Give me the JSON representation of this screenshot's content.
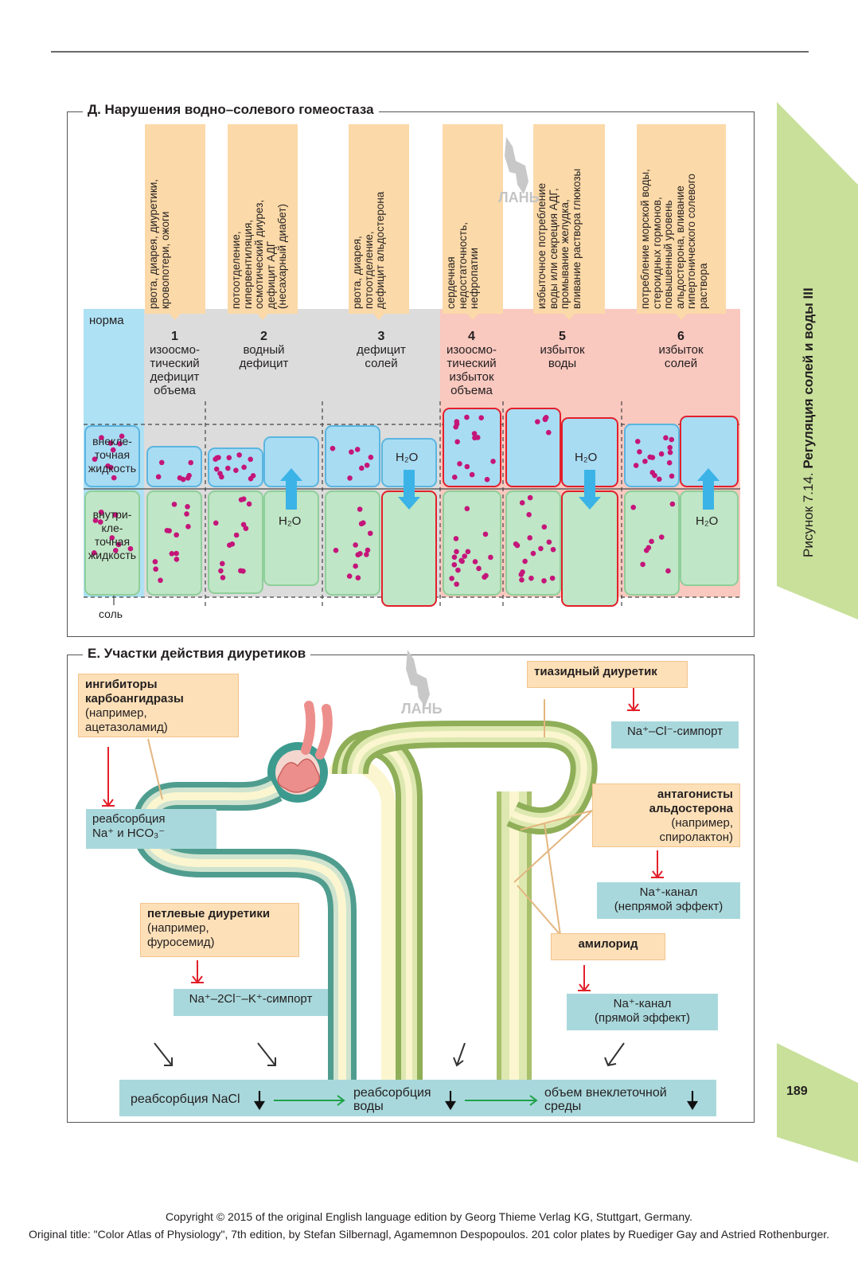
{
  "section_d": {
    "title": "Д. Нарушения водно–солевого гомеостаза",
    "normal_label": "норма",
    "ecf_label": "внекле-\nточная\nжидкость",
    "icf_label": "внутри-\nкле-\nточная\nжидкость",
    "salt_label": "соль",
    "h2o": "H₂O",
    "panels": [
      {
        "num": "1",
        "label": "изоосмо-\nтический\nдефицит\nобъема",
        "cause": "рвота, диарея, диуретики,\nкровопотери, ожоги"
      },
      {
        "num": "2",
        "label": "водный\nдефицит",
        "cause": "потоотделение,\nгипервентиляция,\nосмотический диурез,\nдефицит АДГ\n(несахарный диабет)"
      },
      {
        "num": "3",
        "label": "дефицит\nсолей",
        "cause": "рвота, диарея,\nпотоотделение,\nдефицит альдостерона"
      },
      {
        "num": "4",
        "label": "изоосмо-\nтический\nизбыток\nобъема",
        "cause": "сердечная\nнедостаточность,\nнефропатии"
      },
      {
        "num": "5",
        "label": "избыток\nводы",
        "cause": "избыточное потребление\nводы или секреция АДГ,\nпромывание желудка,\nвливание раствора глюкозы"
      },
      {
        "num": "6",
        "label": "избыток\nсолей",
        "cause": "потребление морской воды,\nстероидных гормонов,\nповышенный уровень\nальдостерона, вливание\nгипертонического солевого\nраствора"
      }
    ]
  },
  "section_e": {
    "title": "Е. Участки действия диуретиков",
    "carbonic": {
      "bold": "ингибиторы\nкарбоангидразы",
      "normal": "(например,\nацетазоламид)"
    },
    "carbonic_target": "реабсорбция\nNa⁺ и HCO₃⁻",
    "loop": {
      "bold": "петлевые диуретики",
      "normal": "(например,\nфуросемид)"
    },
    "loop_target": "Na⁺–2Cl⁻–K⁺-симпорт",
    "thiazide": "тиазидный диуретик",
    "thiazide_target": "Na⁺–Cl⁻-симпорт",
    "aldosterone": {
      "bold": "антагонисты\nальдостерона",
      "normal": "(например,\nспиролактон)"
    },
    "aldosterone_target": "Na⁺-канал\n(непрямой эффект)",
    "amiloride": "амилорид",
    "amiloride_target": "Na⁺-канал\n(прямой эффект)",
    "bottom": {
      "a": "реабсорбция  NaCl",
      "b": "реабсорбция\nводы",
      "c": "объем внеклеточной\nсреды"
    }
  },
  "side": {
    "prefix": "Рисунок 7.14. ",
    "title": "Регуляция солей и воды III"
  },
  "watermark": "ЛАНЬ",
  "page_number": "189",
  "footer": {
    "line1": "Copyright © 2015 of the original English language edition by Georg Thieme Verlag KG, Stuttgart, Germany.",
    "line2": "Original title: \"Color Atlas of Physiology\", 7th edition, by Stefan Silbernagl, Agamemnon Despopoulos. 201 color plates by Ruediger Gay and Astried Rothenburger."
  },
  "colors": {
    "normal": "#aee1f4",
    "deficit": "#dcdcdc",
    "excess": "#f9c8bf",
    "ecf": "#a8dcf3",
    "icf": "#bfe6c6",
    "salt": "#c4157a",
    "cause": "#fcd9a8",
    "target": "#a9d8dc",
    "tab": "#c8e09a"
  }
}
